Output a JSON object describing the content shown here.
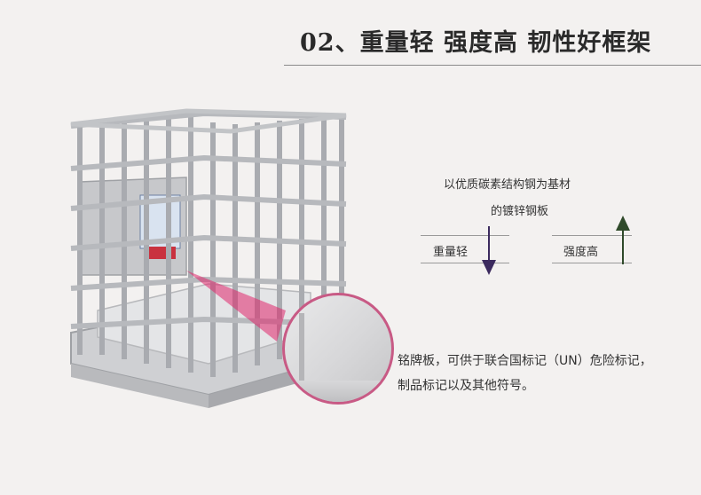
{
  "header": {
    "title": "02、重量轻 强度高 韧性好框架"
  },
  "features": {
    "material_line1": "以优质碳素结构钢为基材",
    "material_line2": "的镀锌钢板",
    "light_weight": "重量轻",
    "high_strength": "强度高"
  },
  "nameplate": {
    "line1": "铭牌板，可供于联合国标记（UN）危险标记，",
    "line2": "制品标记以及其他符号。"
  },
  "colors": {
    "accent_pink": "#c85a85",
    "arrow_purple": "#3b2a5e",
    "arrow_green": "#2f4a2a"
  },
  "icons": [
    "down-arrow-icon",
    "up-arrow-icon"
  ]
}
